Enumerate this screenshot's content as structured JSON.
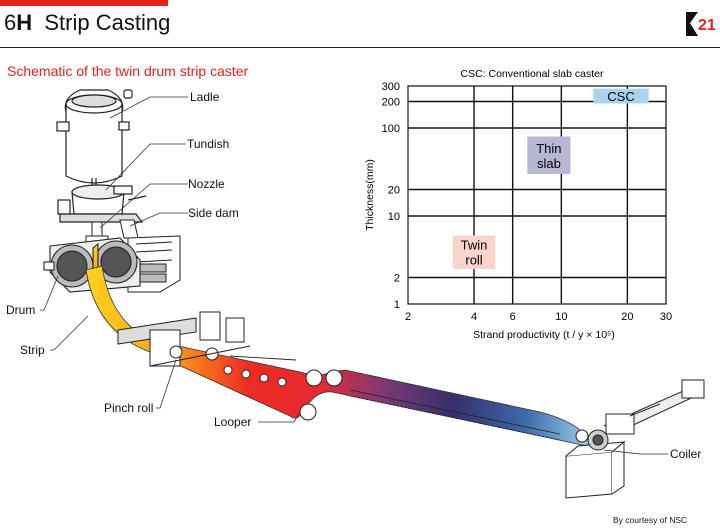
{
  "header": {
    "section_number": "6",
    "section_letter": "H",
    "title": "Strip Casting",
    "logo_text": "21"
  },
  "subtitle": "Schematic of the twin drum strip caster",
  "labels": {
    "ladle": "Ladle",
    "tundish": "Tundish",
    "nozzle": "Nozzle",
    "side_dam": "Side dam",
    "drum": "Drum",
    "strip": "Strip",
    "pinch_roll": "Pinch roll",
    "looper": "Looper",
    "coiler": "Coiler"
  },
  "credit": "By courtesy of NSC",
  "colors": {
    "accent_red": "#e2231a",
    "csc_fill": "#a9d2ee",
    "thin_slab_fill": "#b7b6d5",
    "twin_roll_fill": "#f9d3cc"
  },
  "chart_data": {
    "type": "scatter",
    "title": "CSC: Conventional slab caster",
    "xlabel": "Strand productivity (t / y × 10⁵)",
    "ylabel": "Thickness(mm)",
    "x_scale": "log",
    "y_scale": "log",
    "xlim": [
      2,
      30
    ],
    "ylim": [
      1,
      300
    ],
    "x_ticks": [
      "2",
      "4",
      "6",
      "10",
      "20",
      "30"
    ],
    "y_ticks": [
      "1",
      "2",
      "10",
      "20",
      "100",
      "200",
      "300"
    ],
    "grid": true,
    "regions": [
      {
        "name": "CSC",
        "lines": [
          "CSC"
        ],
        "x": [
          14,
          25
        ],
        "y": [
          190,
          280
        ]
      },
      {
        "name": "Thin slab",
        "lines": [
          "Thin",
          "slab"
        ],
        "x": [
          7,
          11
        ],
        "y": [
          30,
          80
        ]
      },
      {
        "name": "Twin roll",
        "lines": [
          "Twin",
          "roll"
        ],
        "x": [
          3.2,
          5
        ],
        "y": [
          2.5,
          6
        ]
      }
    ]
  }
}
